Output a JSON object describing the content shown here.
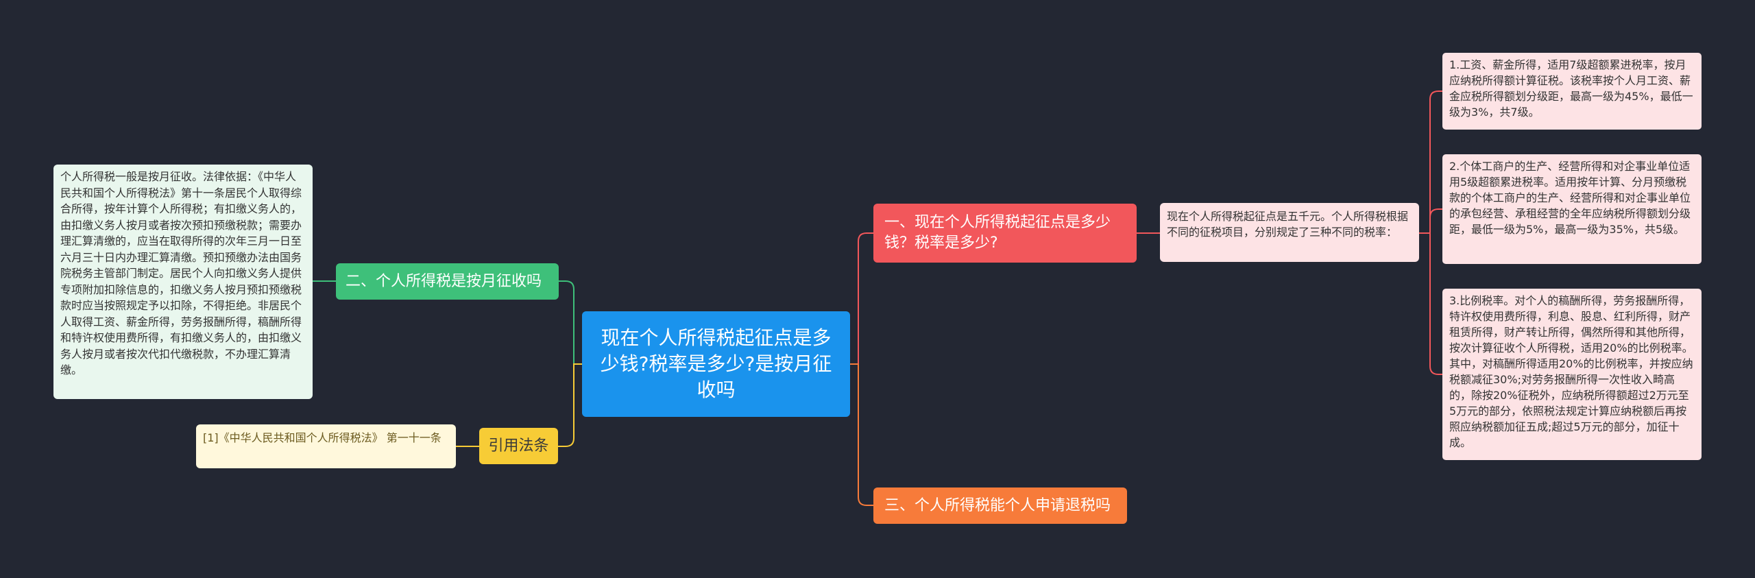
{
  "colors": {
    "background": "#232733",
    "center": "#1a93ed",
    "branch_1": "#f2575b",
    "branch_2": "#3ec07a",
    "branch_3": "#f77b3a",
    "branch_4": "#f7cc36"
  },
  "center": {
    "text": "现在个人所得税起征点是多少钱?税率是多少?是按月征收吗"
  },
  "branches": {
    "b1": {
      "text": "一、现在个人所得税起征点是多少钱？税率是多少?",
      "detail": "现在个人所得税起征点是五千元。个人所得税根据不同的征税项目，分别规定了三种不同的税率：",
      "items": [
        "1.工资、薪金所得，适用7级超额累进税率，按月应纳税所得额计算征税。该税率按个人月工资、薪金应税所得额划分级距，最高一级为45%，最低一级为3%，共7级。",
        "2.个体工商户的生产、经营所得和对企事业单位适用5级超额累进税率。适用按年计算、分月预缴税款的个体工商户的生产、经营所得和对企事业单位的承包经营、承租经营的全年应纳税所得额划分级距，最低一级为5%，最高一级为35%，共5级。",
        "3.比例税率。对个人的稿酬所得，劳务报酬所得，特许权使用费所得，利息、股息、红利所得，财产租赁所得，财产转让所得，偶然所得和其他所得，按次计算征收个人所得税，适用20%的比例税率。其中，对稿酬所得适用20%的比例税率，并按应纳税额减征30%;对劳务报酬所得一次性收入畸高的，除按20%征税外，应纳税所得额超过2万元至5万元的部分，依照税法规定计算应纳税额后再按照应纳税额加征五成;超过5万元的部分，加征十成。"
      ]
    },
    "b2": {
      "text": "二、个人所得税是按月征收吗",
      "detail": "个人所得税一般是按月征收。法律依据：《中华人民共和国个人所得税法》第十一条居民个人取得综合所得，按年计算个人所得税；有扣缴义务人的，由扣缴义务人按月或者按次预扣预缴税款；需要办理汇算清缴的，应当在取得所得的次年三月一日至六月三十日内办理汇算清缴。预扣预缴办法由国务院税务主管部门制定。居民个人向扣缴义务人提供专项附加扣除信息的，扣缴义务人按月预扣预缴税款时应当按照规定予以扣除，不得拒绝。非居民个人取得工资、薪金所得，劳务报酬所得，稿酬所得和特许权使用费所得，有扣缴义务人的，由扣缴义务人按月或者按次代扣代缴税款，不办理汇算清缴。"
    },
    "b3": {
      "text": "三、个人所得税能个人申请退税吗"
    },
    "b4": {
      "text": "引用法条",
      "detail": "[1]《中华人民共和国个人所得税法》 第一十一条"
    }
  }
}
